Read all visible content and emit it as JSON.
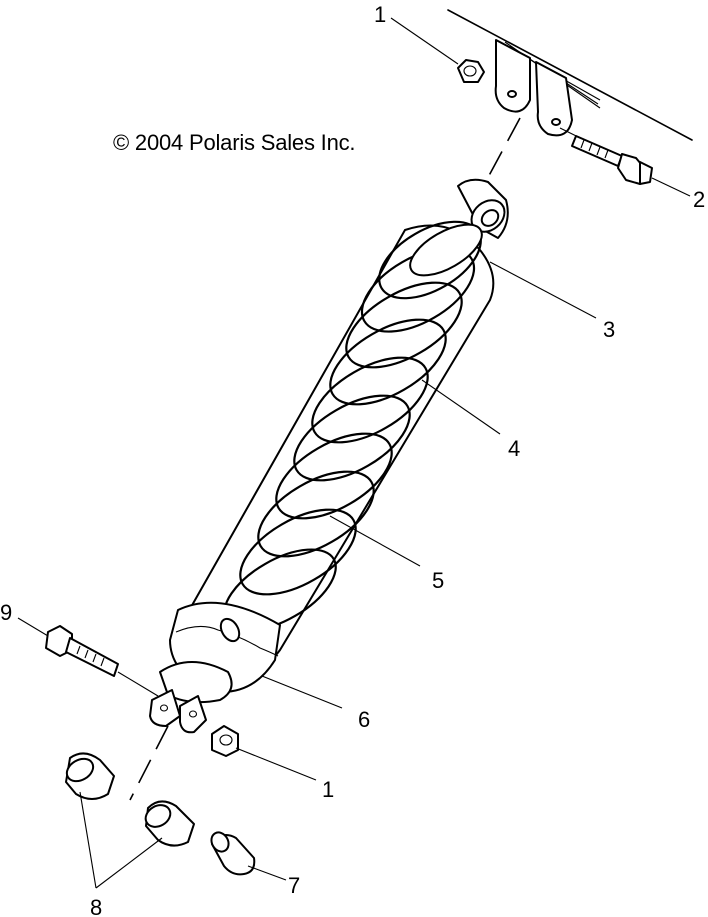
{
  "copyright": "© 2004 Polaris Sales Inc.",
  "callouts": [
    {
      "id": "callout-1-top",
      "text": "1"
    },
    {
      "id": "callout-2",
      "text": "2"
    },
    {
      "id": "callout-3",
      "text": "3"
    },
    {
      "id": "callout-4",
      "text": "4"
    },
    {
      "id": "callout-5",
      "text": "5"
    },
    {
      "id": "callout-6",
      "text": "6"
    },
    {
      "id": "callout-1-bottom",
      "text": "1"
    },
    {
      "id": "callout-7",
      "text": "7"
    },
    {
      "id": "callout-8",
      "text": "8"
    },
    {
      "id": "callout-9",
      "text": "9"
    }
  ]
}
